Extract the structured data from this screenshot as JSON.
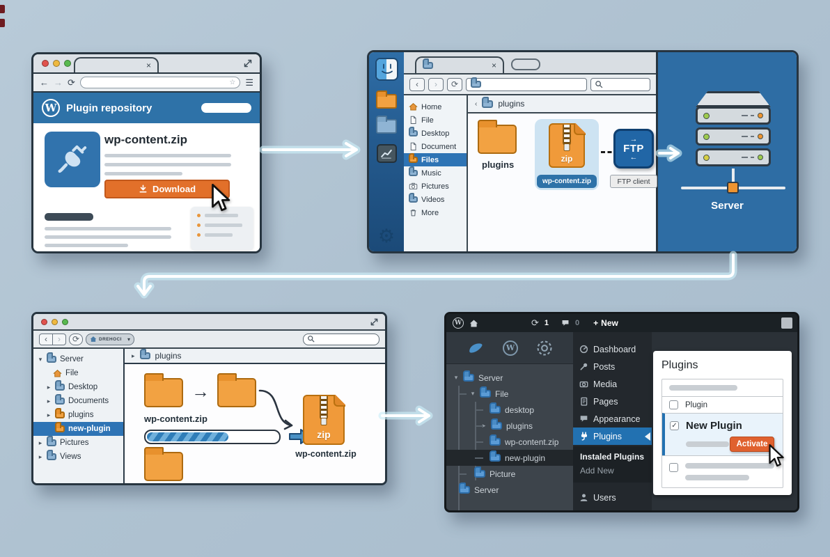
{
  "page": {
    "background": "#b1c3d2"
  },
  "colors": {
    "window_border": "#273540",
    "browser_header_blue": "#2e72a8",
    "download_orange": "#e2702a",
    "folder_orange": "#f2a242",
    "selection_blue": "#2e74b5",
    "ftp_blue": "#2166a6",
    "server_panel_blue": "#2e6da4",
    "wp_topbar_dark": "#1b2125",
    "wp_menu_dark": "#23282d",
    "wp_selected_blue": "#2271b1",
    "activate_orange": "#e0612f",
    "glow_arrow": "#ffffff"
  },
  "glyphs": {
    "close": "×",
    "star": "☆",
    "hamburger": "☰",
    "back_arrow": "←",
    "forward_arrow": "→",
    "reload": "⟳",
    "chevron_left": "‹",
    "chevron_right": "›",
    "caret_down": "▾",
    "caret_right": "▸",
    "plus": "+",
    "check": "✓",
    "wordpress_w": "W",
    "big_arrow_right": "→",
    "dropdown_caret": "▾",
    "gear": "⚙"
  },
  "browser": {
    "header_title": "Plugin repository",
    "file_title": "wp-content.zip",
    "download_label": "Download"
  },
  "finder": {
    "sidebar": [
      {
        "label": "Home"
      },
      {
        "label": "File"
      },
      {
        "label": "Desktop"
      },
      {
        "label": "Document"
      },
      {
        "label": "Files"
      },
      {
        "label": "Music"
      },
      {
        "label": "Pictures"
      },
      {
        "label": "Videos"
      },
      {
        "label": "More"
      }
    ],
    "breadcrumb": "plugins",
    "folder_label": "plugins",
    "zip_badge": "zip",
    "zip_filename": "wp-content.zip",
    "ftp_label": "FTP",
    "ftp_client_label": "FTP client",
    "server_label": "Server"
  },
  "extract": {
    "location_label": "DREHOCI",
    "tree": [
      {
        "label": "Server"
      },
      {
        "label": "File"
      },
      {
        "label": "Desktop"
      },
      {
        "label": "Documents"
      },
      {
        "label": "plugins"
      },
      {
        "label": "new-plugin"
      },
      {
        "label": "Pictures"
      },
      {
        "label": "Views"
      }
    ],
    "breadcrumb": "plugins",
    "source_filename": "wp-content.zip",
    "zip_badge": "zip",
    "result_filename": "wp-content.zip"
  },
  "wp": {
    "topbar": {
      "updates_count": "1",
      "comments_count": "0",
      "new_label": "New"
    },
    "tree": [
      {
        "label": "Server"
      },
      {
        "label": "File"
      },
      {
        "label": "desktop"
      },
      {
        "label": "plugins"
      },
      {
        "label": "wp-content.zip"
      },
      {
        "label": "new-plugin"
      },
      {
        "label": "Picture"
      },
      {
        "label": "Server"
      }
    ],
    "menu": [
      {
        "label": "Dashboard"
      },
      {
        "label": "Posts"
      },
      {
        "label": "Media"
      },
      {
        "label": "Pages"
      },
      {
        "label": "Appearance"
      },
      {
        "label": "Plugins"
      }
    ],
    "submenu": [
      {
        "label": "Instaled Plugins"
      },
      {
        "label": "Add New"
      }
    ],
    "users_label": "Users",
    "content": {
      "title": "Plugins",
      "column_header": "Plugin",
      "plugin_name": "New Plugin",
      "activate_label": "Activate"
    }
  }
}
